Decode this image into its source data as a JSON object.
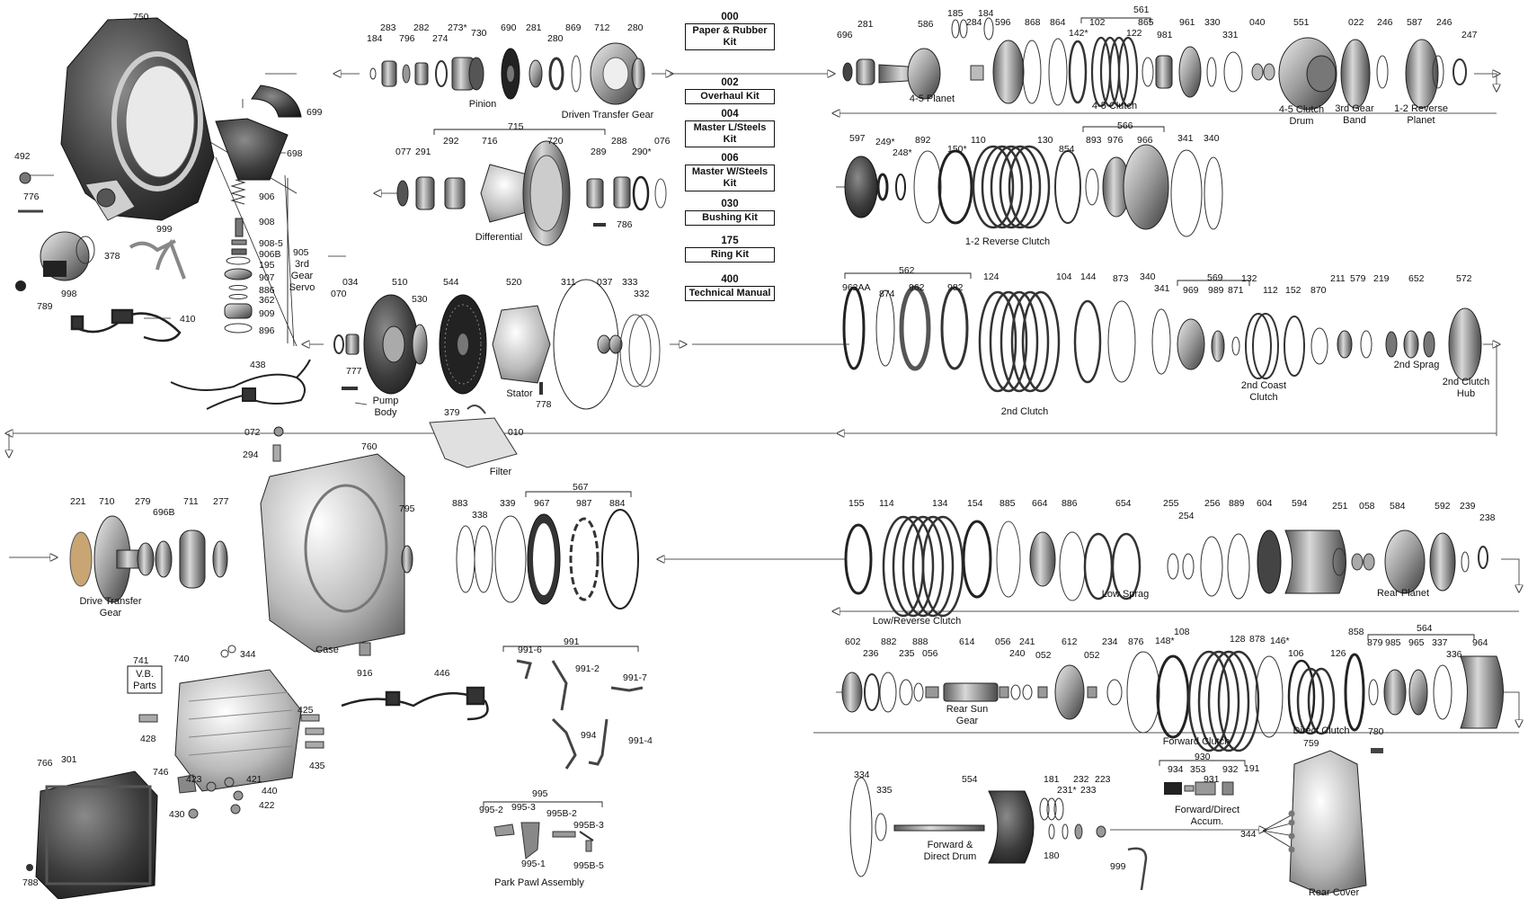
{
  "kits": [
    {
      "code": "000",
      "name": "Paper & Rubber Kit"
    },
    {
      "code": "002",
      "name": "Overhaul Kit"
    },
    {
      "code": "004",
      "name": "Master L/Steels Kit"
    },
    {
      "code": "006",
      "name": "Master W/Steels Kit"
    },
    {
      "code": "030",
      "name": "Bushing Kit"
    },
    {
      "code": "175",
      "name": "Ring Kit"
    },
    {
      "code": "400",
      "name": "Technical Manual"
    }
  ],
  "parts": {
    "p750": "750",
    "p492": "492",
    "p776": "776",
    "p378": "378",
    "p998": "998",
    "p789": "789",
    "p999": "999",
    "p410": "410",
    "p438": "438",
    "p072": "072",
    "p777": "777",
    "p699": "699",
    "p698": "698",
    "p906": "906",
    "p908": "908",
    "p908_5": "908-5",
    "p906B": "906B",
    "p195": "195",
    "p907": "907",
    "p886": "886",
    "p362": "362",
    "p909": "909",
    "p896": "896",
    "p905": "905",
    "p184": "184",
    "p283": "283",
    "p796": "796",
    "p282": "282",
    "p274": "274",
    "p273": "273*",
    "p730": "730",
    "p690": "690",
    "p281": "281",
    "p280": "280",
    "p869": "869",
    "p712": "712",
    "p280b": "280",
    "p715": "715",
    "p077": "077",
    "p291": "291",
    "p292": "292",
    "p716": "716",
    "p720": "720",
    "p289": "289",
    "p288": "288",
    "p290": "290*",
    "p076": "076",
    "p786": "786",
    "p070": "070",
    "p034": "034",
    "p510": "510",
    "p530": "530",
    "p544": "544",
    "p520": "520",
    "p311": "311",
    "p037": "037",
    "p333": "333",
    "p332": "332",
    "p778": "778",
    "p379": "379",
    "p010": "010",
    "p696": "696",
    "p281r": "281",
    "p586": "586",
    "p185": "185",
    "p184r": "184",
    "p284": "284",
    "p596": "596",
    "p868": "868",
    "p864": "864",
    "p142": "142*",
    "p102": "102",
    "p561": "561",
    "p865": "865",
    "p122": "122",
    "p981": "981",
    "p961": "961",
    "p330": "330",
    "p040": "040",
    "p331": "331",
    "p551": "551",
    "p022": "022",
    "p246": "246",
    "p587": "587",
    "p246b": "246",
    "p247": "247",
    "p597": "597",
    "p249": "249*",
    "p248": "248*",
    "p892": "892",
    "p150": "150*",
    "p110": "110",
    "p130": "130",
    "p854": "854",
    "p566": "566",
    "p893": "893",
    "p976": "976",
    "p966": "966",
    "p341": "341",
    "p340": "340",
    "p562": "562",
    "p962AA": "962AA",
    "p874": "874",
    "p962": "962",
    "p982": "982",
    "p124": "124",
    "p104": "104",
    "p144": "144",
    "p873": "873",
    "p340b": "340",
    "p341b": "341",
    "p569": "569",
    "p969": "969",
    "p989": "989",
    "p871": "871",
    "p132": "132",
    "p112": "112",
    "p152": "152",
    "p870": "870",
    "p211": "211",
    "p579": "579",
    "p219": "219",
    "p652": "652",
    "p572": "572",
    "p294": "294",
    "p760": "760",
    "p221": "221",
    "p710": "710",
    "p279": "279",
    "p696B": "696B",
    "p711": "711",
    "p277": "277",
    "p795": "795",
    "p883": "883",
    "p338": "338",
    "p339": "339",
    "p567": "567",
    "p967": "967",
    "p987": "987",
    "p884": "884",
    "p155": "155",
    "p114": "114",
    "p134": "134",
    "p154": "154",
    "p885": "885",
    "p664": "664",
    "p886b": "886",
    "p654": "654",
    "p255": "255",
    "p254": "254",
    "p256": "256",
    "p889": "889",
    "p604": "604",
    "p594": "594",
    "p251": "251",
    "p058": "058",
    "p584": "584",
    "p592": "592",
    "p239": "239",
    "p238": "238",
    "p602": "602",
    "p236": "236",
    "p882": "882",
    "p235": "235",
    "p888": "888",
    "p056": "056",
    "p614": "614",
    "p056b": "056",
    "p240": "240",
    "p241": "241",
    "p052": "052",
    "p612": "612",
    "p052b": "052",
    "p234": "234",
    "p876": "876",
    "p148": "148*",
    "p108": "108",
    "p128": "128",
    "p878": "878",
    "p146": "146*",
    "p106": "106",
    "p126": "126",
    "p858": "858",
    "p564": "564",
    "p879": "879",
    "p985": "985",
    "p965": "965",
    "p337": "337",
    "p336": "336",
    "p964": "964",
    "p741": "741",
    "p740": "740",
    "p344": "344",
    "p428": "428",
    "p425": "425",
    "p435": "435",
    "p746": "746",
    "p423": "423",
    "p421": "421",
    "p440": "440",
    "p422": "422",
    "p430": "430",
    "p766": "766",
    "p301": "301",
    "p788": "788",
    "p916": "916",
    "p446": "446",
    "p991": "991",
    "p991_6": "991-6",
    "p991_2": "991-2",
    "p991_7": "991-7",
    "p994": "994",
    "p991_4": "991-4",
    "p995": "995",
    "p995_2": "995-2",
    "p995_3": "995-3",
    "p995B_2": "995B-2",
    "p995B_3": "995B-3",
    "p995_1": "995-1",
    "p995B_5": "995B-5",
    "p334": "334",
    "p335": "335",
    "p554": "554",
    "p181": "181",
    "p232": "232",
    "p223": "223",
    "p231": "231*",
    "p233": "233",
    "p180": "180",
    "p930": "930",
    "p934": "934",
    "p353": "353",
    "p931": "931",
    "p932": "932",
    "p191": "191",
    "p999b": "999",
    "p344b": "344",
    "p759": "759",
    "p780": "780"
  },
  "captions": {
    "pinion": "Pinion",
    "driven_transfer_gear": "Driven Transfer Gear",
    "differential": "Differential",
    "servo_1": "3rd",
    "servo_2": "Gear",
    "servo_3": "Servo",
    "pump_body_1": "Pump",
    "pump_body_2": "Body",
    "stator": "Stator",
    "filter": "Filter",
    "planet_45": "4-5 Planet",
    "clutch_45": "4-5 Clutch",
    "clutch_drum_45_1": "4-5 Clutch",
    "clutch_drum_45_2": "Drum",
    "band_3rd_1": "3rd Gear",
    "band_3rd_2": "Band",
    "rev_planet_1": "1-2 Reverse",
    "rev_planet_2": "Planet",
    "rev_clutch_12": "1-2 Reverse Clutch",
    "clutch_2nd": "2nd Clutch",
    "coast_1": "2nd Coast",
    "coast_2": "Clutch",
    "sprag_2nd": "2nd Sprag",
    "hub_1": "2nd Clutch",
    "hub_2": "Hub",
    "drive_transfer_1": "Drive Transfer",
    "drive_transfer_2": "Gear",
    "case": "Case",
    "low_rev_clutch": "Low/Reverse Clutch",
    "low_sprag": "Low Sprag",
    "rear_planet": "Rear Planet",
    "rear_sun_1": "Rear Sun",
    "rear_sun_2": "Gear",
    "forward_clutch": "Forward Clutch",
    "direct_clutch": "Direct Clutch",
    "vb_1": "V.B.",
    "vb_2": "Parts",
    "park_pawl": "Park Pawl Assembly",
    "fd_drum_1": "Forward &",
    "fd_drum_2": "Direct Drum",
    "accum_1": "Forward/Direct",
    "accum_2": "Accum.",
    "rear_cover": "Rear Cover"
  }
}
